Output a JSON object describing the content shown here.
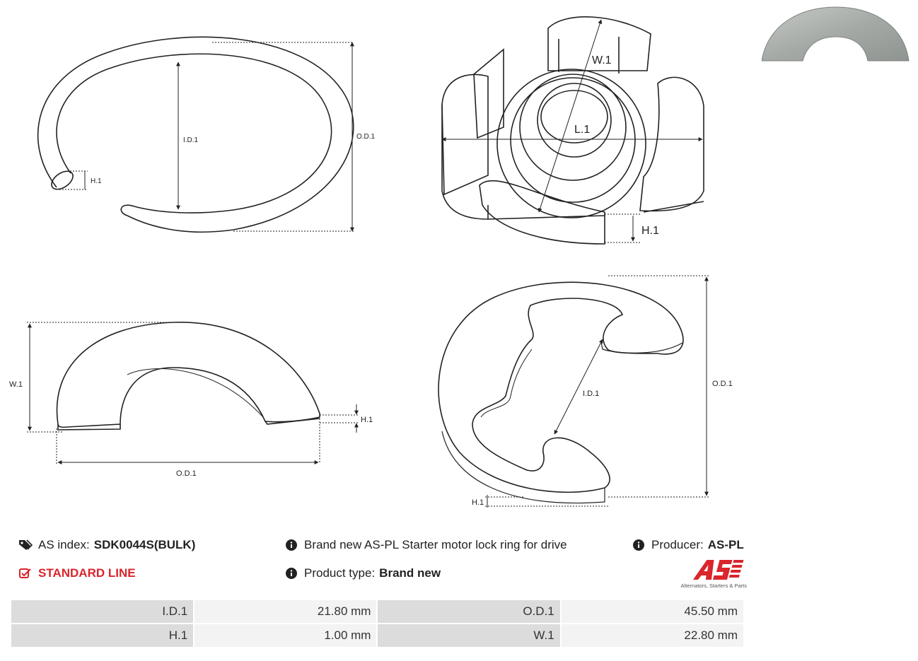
{
  "drawing_labels": {
    "ring_id": "I.D.1",
    "ring_od": "O.D.1",
    "ring_h": "H.1",
    "clip_w": "W.1",
    "clip_l": "L.1",
    "clip_h": "H.1",
    "half_w": "W.1",
    "half_h": "H.1",
    "half_od": "O.D.1",
    "e_id": "I.D.1",
    "e_od": "O.D.1",
    "e_h": "H.1"
  },
  "info": {
    "as_index_label": "AS index:",
    "as_index_value": "SDK0044S(BULK)",
    "description": "Brand new AS-PL Starter motor lock ring for drive",
    "producer_label": "Producer:",
    "producer_value": "AS-PL",
    "line": "STANDARD LINE",
    "type_label": "Product type:",
    "type_value": "Brand new"
  },
  "logo": {
    "tagline": "Alternators, Starters & Parts",
    "brand_color": "#d9252b"
  },
  "specs": [
    {
      "k1": "I.D.1",
      "v1": "21.80 mm",
      "k2": "O.D.1",
      "v2": "45.50 mm"
    },
    {
      "k1": "H.1",
      "v1": "1.00 mm",
      "k2": "W.1",
      "v2": "22.80 mm"
    }
  ]
}
